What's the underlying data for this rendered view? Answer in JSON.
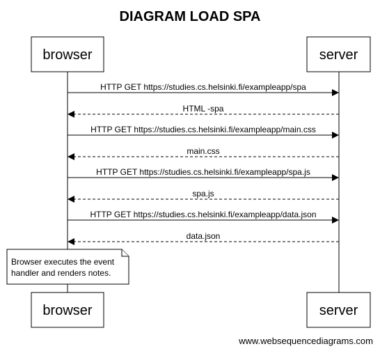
{
  "title": "DIAGRAM LOAD SPA",
  "participants": [
    {
      "id": "browser",
      "label": "browser"
    },
    {
      "id": "server",
      "label": "server"
    }
  ],
  "messages": [
    {
      "from": "browser",
      "to": "server",
      "style": "solid",
      "label": "HTTP GET https://studies.cs.helsinki.fi/exampleapp/spa"
    },
    {
      "from": "server",
      "to": "browser",
      "style": "dashed",
      "label": "HTML -spa"
    },
    {
      "from": "browser",
      "to": "server",
      "style": "solid",
      "label": "HTTP GET https://studies.cs.helsinki.fi/exampleapp/main.css"
    },
    {
      "from": "server",
      "to": "browser",
      "style": "dashed",
      "label": "main.css"
    },
    {
      "from": "browser",
      "to": "server",
      "style": "solid",
      "label": "HTTP GET https://studies.cs.helsinki.fi/exampleapp/spa.js"
    },
    {
      "from": "server",
      "to": "browser",
      "style": "dashed",
      "label": "spa.js"
    },
    {
      "from": "browser",
      "to": "server",
      "style": "solid",
      "label": "HTTP GET https://studies.cs.helsinki.fi/exampleapp/data.json"
    },
    {
      "from": "server",
      "to": "browser",
      "style": "dashed",
      "label": "data.json"
    }
  ],
  "note": {
    "over": "browser",
    "lines": [
      "Browser executes the event",
      "handler and renders notes."
    ]
  },
  "watermark": "www.websequencediagrams.com"
}
